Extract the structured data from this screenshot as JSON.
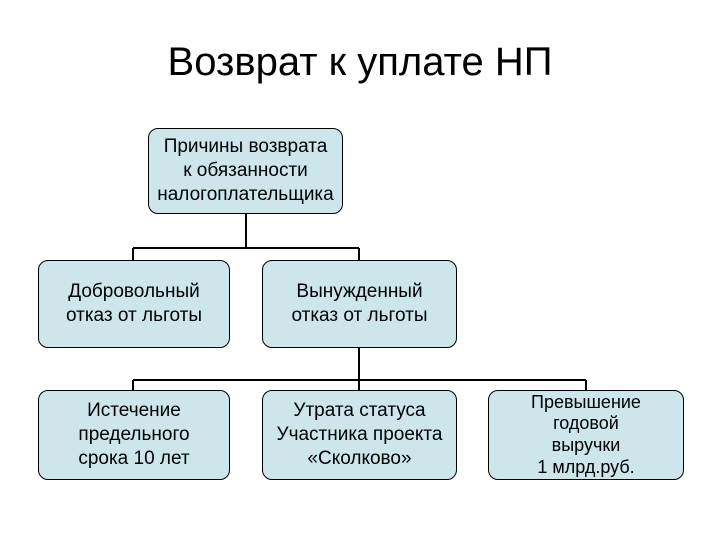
{
  "title": "Возврат к уплате НП",
  "diagram": {
    "root": "Причины возврата\nк обязанности\nналогоплательщика",
    "level1": [
      "Добровольный\nотказ от льготы",
      "Вынужденный\nотказ от льготы"
    ],
    "level2": [
      "Истечение\nпредельного\nсрока 10 лет",
      "Утрата статуса\nУчастника проекта\n«Сколково»",
      "Превышение\nгодовой\nвыручки\n1 млрд.руб."
    ]
  }
}
